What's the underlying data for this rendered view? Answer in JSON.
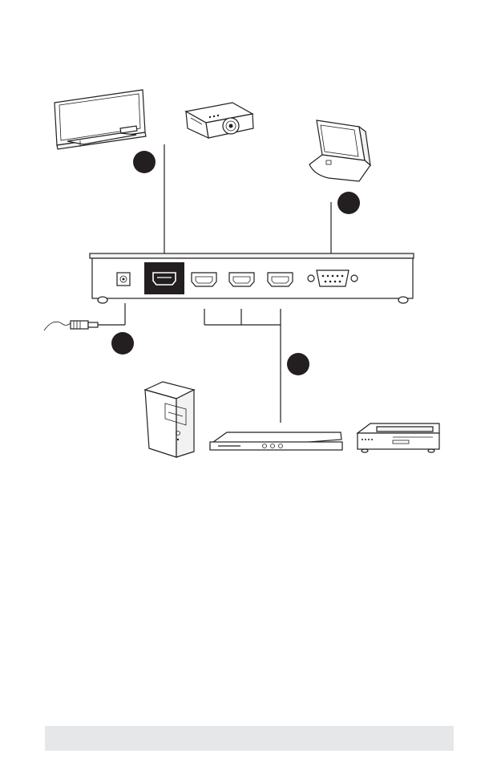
{
  "page": {
    "colors": {
      "ink": "#231f20",
      "badge": "#231f20",
      "footer_bar": "#e6e7e8",
      "background": "#ffffff"
    }
  },
  "diagram": {
    "badges": [
      "",
      "",
      "",
      ""
    ],
    "devices": {
      "display": "flat-panel-display-icon",
      "projector": "projector-icon",
      "touch_panel": "touch-panel-icon",
      "computer": "tower-computer-icon",
      "player": "slim-player-icon",
      "receiver": "set-top-box-icon",
      "power_adapter": "power-plug-icon"
    },
    "switch_ports": [
      "power-jack",
      "hdmi-output",
      "hdmi-input-1",
      "hdmi-input-2",
      "hdmi-input-3",
      "rs232-serial-port"
    ]
  }
}
